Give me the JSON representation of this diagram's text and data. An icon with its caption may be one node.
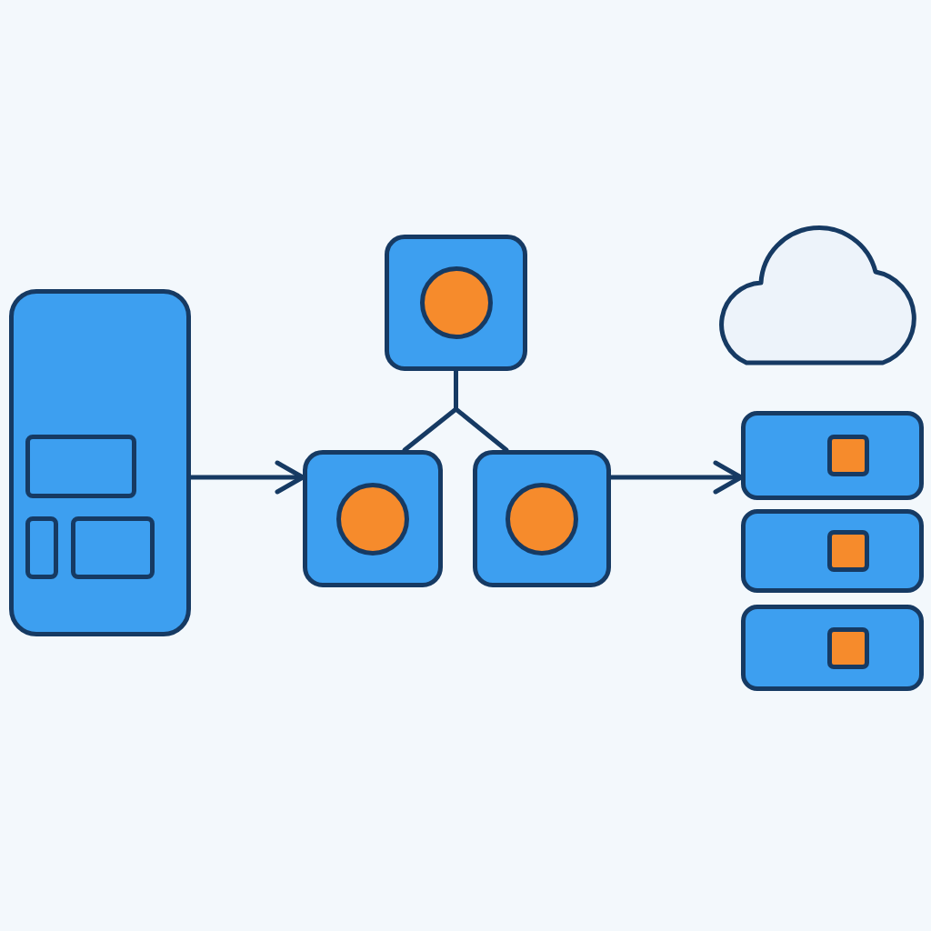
{
  "diagram": {
    "nodes": [
      {
        "text": [],
        "shape": "box"
      },
      {
        "text": [],
        "shape": "box"
      },
      {
        "text": [],
        "shape": "box"
      },
      {
        "text": [],
        "shape": "box"
      },
      {
        "text": [],
        "shape": "cloud"
      },
      {
        "text": [],
        "shape": "box"
      },
      {
        "text": [],
        "shape": "box"
      },
      {
        "text": [],
        "shape": "box"
      }
    ],
    "edges": [
      {
        "from": 0,
        "to": 2,
        "arrow": "to"
      },
      {
        "from": 1,
        "to": 2,
        "arrow": "none"
      },
      {
        "from": 1,
        "to": 3,
        "arrow": "none"
      },
      {
        "from": 3,
        "to": 5,
        "arrow": "to"
      }
    ]
  }
}
